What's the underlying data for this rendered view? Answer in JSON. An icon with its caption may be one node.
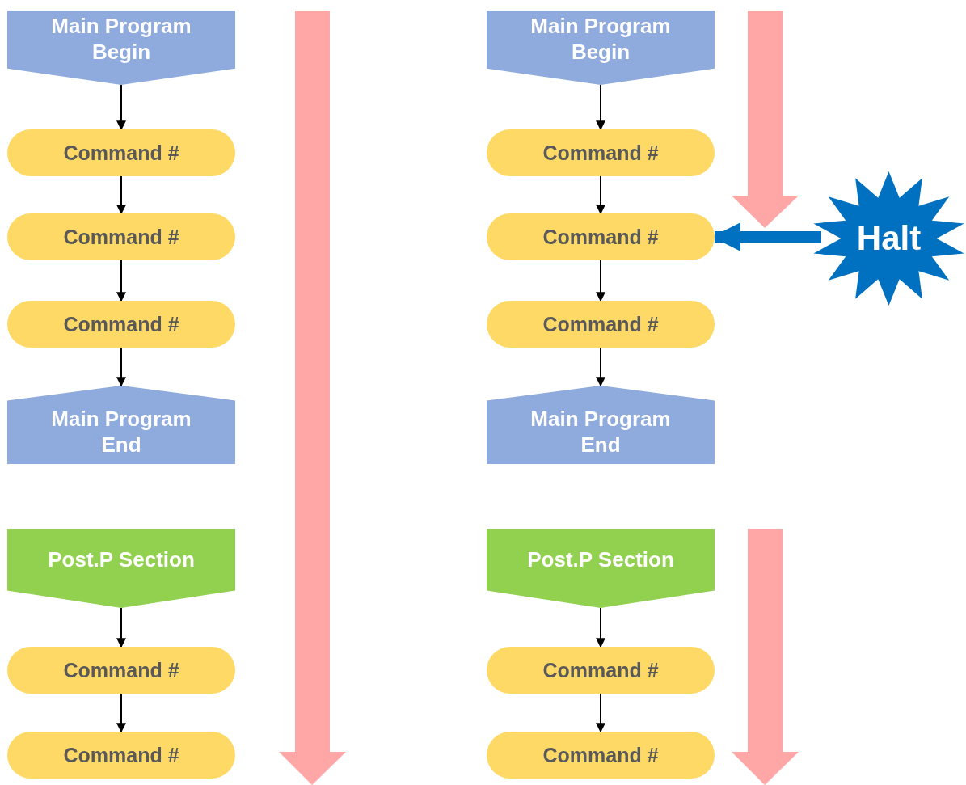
{
  "diagram": {
    "nodes": [
      {
        "text": [
          "Main Program Begin"
        ]
      },
      {
        "text": [
          "Command #"
        ]
      },
      {
        "text": [
          "Command #"
        ]
      },
      {
        "text": [
          "Command #"
        ]
      },
      {
        "text": [
          "Main Program End"
        ]
      },
      {
        "text": [
          "Post.P Section"
        ]
      },
      {
        "text": [
          "Command #"
        ]
      },
      {
        "text": [
          "Command #"
        ]
      },
      {
        "text": [
          "Main Program Begin"
        ]
      },
      {
        "text": [
          "Command #"
        ]
      },
      {
        "text": [
          "Command #"
        ]
      },
      {
        "text": [
          "Command #"
        ]
      },
      {
        "text": [
          "Main Program End"
        ]
      },
      {
        "text": [
          "Post.P Section"
        ]
      },
      {
        "text": [
          "Command #"
        ]
      },
      {
        "text": [
          "Command #"
        ]
      },
      {
        "text": [
          "Halt"
        ]
      }
    ],
    "edges": [
      {
        "from": 0,
        "to": 1,
        "arrow": "to"
      },
      {
        "from": 1,
        "to": 2,
        "arrow": "to"
      },
      {
        "from": 2,
        "to": 3,
        "arrow": "to"
      },
      {
        "from": 3,
        "to": 4,
        "arrow": "to"
      },
      {
        "from": 5,
        "to": 6,
        "arrow": "to"
      },
      {
        "from": 6,
        "to": 7,
        "arrow": "to"
      },
      {
        "from": 8,
        "to": 9,
        "arrow": "to"
      },
      {
        "from": 9,
        "to": 10,
        "arrow": "to"
      },
      {
        "from": 10,
        "to": 11,
        "arrow": "to"
      },
      {
        "from": 11,
        "to": 12,
        "arrow": "to"
      },
      {
        "from": 13,
        "to": 14,
        "arrow": "to"
      },
      {
        "from": 14,
        "to": 15,
        "arrow": "to"
      },
      {
        "from": 16,
        "to": 10,
        "arrow": "to",
        "style": "thick",
        "color": "#0070c0"
      }
    ]
  }
}
